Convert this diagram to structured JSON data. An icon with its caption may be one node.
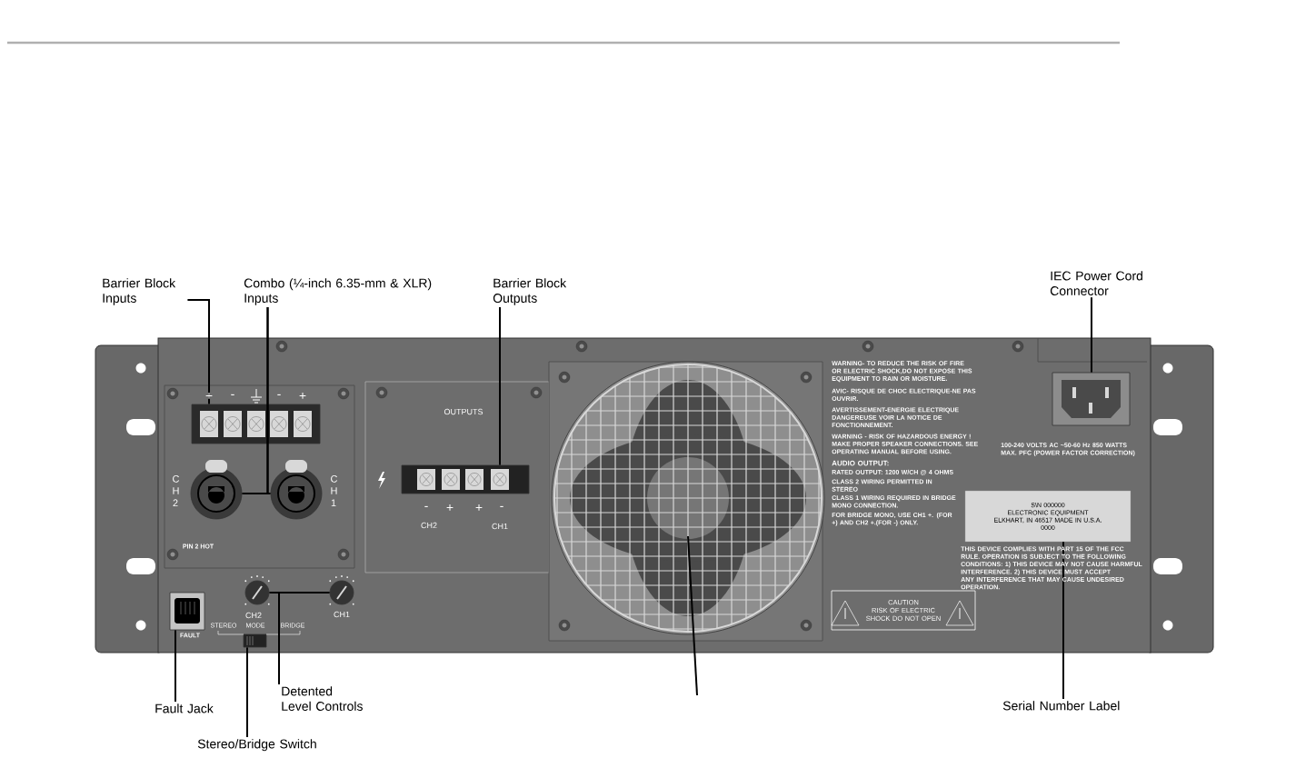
{
  "diagram": {
    "nodes": [
      {
        "text": [
          "Barrier Block Inputs"
        ]
      },
      {
        "text": [],
        "shape": "box"
      },
      {
        "text": [
          "Combo (¼-inch 6.35-mm & XLR) Inputs"
        ]
      },
      {
        "text": [],
        "shape": "circle"
      },
      {
        "text": [],
        "shape": "circle"
      },
      {
        "text": [
          "Barrier Block Outputs"
        ]
      },
      {
        "text": [],
        "shape": "box"
      },
      {
        "text": [
          "IEC Power Cord Connector"
        ]
      },
      {
        "text": [],
        "shape": "box"
      },
      {
        "text": [
          "CAUTION",
          "RISK OF ELECTRIC SHOCK DO NOT OPEN"
        ]
      },
      {
        "text": [
          "S\\N 000000",
          "ELECTRONIC EQUIPMENT ELKHART, IN 46517 MADE IN U.S.A.",
          "0000"
        ]
      },
      {
        "text": [],
        "shape": "box"
      },
      {
        "text": [],
        "shape": "circle"
      },
      {
        "text": [],
        "shape": "circle"
      },
      {
        "text": [],
        "shape": "box"
      },
      {
        "text": [],
        "shape": "circle"
      },
      {
        "text": [
          "Fault Jack"
        ]
      },
      {
        "text": [
          "Detented Level Controls"
        ]
      },
      {
        "text": [
          "Stereo/Bridge Switch"
        ]
      },
      {
        "text": [
          "Serial Number Label"
        ]
      }
    ],
    "edges": [
      {
        "from": 0,
        "to": 1,
        "arrow": "none"
      },
      {
        "from": 2,
        "to": 3,
        "arrow": "none"
      },
      {
        "from": 2,
        "to": 4,
        "arrow": "none"
      },
      {
        "from": 5,
        "to": 6,
        "arrow": "none"
      },
      {
        "from": 7,
        "to": 8,
        "arrow": "none"
      },
      {
        "from": 16,
        "to": 11,
        "arrow": "none"
      },
      {
        "from": 18,
        "to": 14,
        "arrow": "none"
      },
      {
        "from": 17,
        "to": 12,
        "arrow": "none"
      },
      {
        "from": 17,
        "to": 13,
        "arrow": "none"
      },
      {
        "from": null,
        "to": 15,
        "arrow": "none"
      },
      {
        "from": 19,
        "to": 10,
        "arrow": "none"
      }
    ],
    "labels": [
      "+",
      "-",
      "-",
      "+",
      "C H 2",
      "C H 1",
      "PIN 2 HOT",
      "OUTPUTS",
      "-",
      "+",
      "+",
      "-",
      "CH2",
      "CH1",
      "WARNING- TO REDUCE THE RISK OF FIRE OR ELECTRIC SHOCK,DO NOT EXPOSE THIS EQUIPMENT TO RAIN OR MOISTURE.",
      "AVIC- RISQUE DE CHOC ELECTRIQUE-NE PAS OUVRIR.",
      "AVERTISSEMENT-ENERGIE ELECTRIQUE DANGEREUSE VOIR LA NOTICE DE FONCTIONNEMENT.",
      "WARNING - RISK OF HAZARDOUS ENERGY ! MAKE PROPER SPEAKER CONNECTIONS. SEE OPERATING MANUAL BEFORE USING.",
      "AUDIO OUTPUT:",
      "RATED OUTPUT: 1200 W/CH @ 4 OHMS",
      "CLASS 2 WIRING PERMITTED IN STEREO",
      "CLASS 1 WIRING REQUIRED IN BRIDGE MONO CONNECTION.",
      "FOR BRIDGE MONO, USE CH1 +. (FOR +) AND CH2 +.(FOR -) ONLY.",
      "100-240 VOLTS AC ~50-60 Hz 850 WATTS MAX. PFC (POWER FACTOR CORRECTION)",
      "THIS DEVICE COMPLIES WITH PART 15 OF THE FCC RULE. OPERATION IS SUBJECT TO THE FOLLOWING CONDITIONS: 1) THIS DEVICE MAY NOT CAUSE HARMFUL INTERFERENCE. 2) THIS DEVICE MUST ACCEPT ANY INTERFERENCE THAT MAY CAUSE UNDESIRED OPERATION.",
      "CH2",
      "CH1",
      "STEREO",
      "MODE",
      "BRIDGE",
      "FAULT"
    ]
  }
}
